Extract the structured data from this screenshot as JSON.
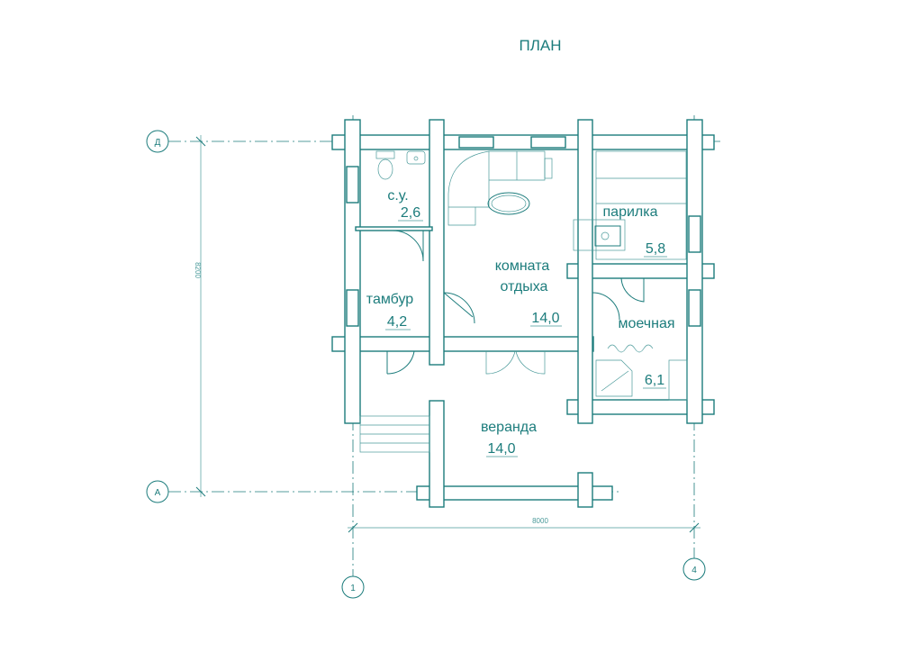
{
  "title": "ПЛАН",
  "axes": {
    "top": "Д",
    "bottom": "А",
    "left": "1",
    "right": "4"
  },
  "dimensions": {
    "height": "8200",
    "width": "8000"
  },
  "rooms": [
    {
      "name": "с.у.",
      "area": "2,6"
    },
    {
      "name": "тамбур",
      "area": "4,2"
    },
    {
      "name": "комната",
      "name2": "отдыха",
      "area": "14,0"
    },
    {
      "name": "парилка",
      "area": "5,8"
    },
    {
      "name": "моечная",
      "area": "6,1"
    },
    {
      "name": "веранда",
      "area": "14,0"
    }
  ],
  "colors": {
    "line": "#1c7c7c"
  }
}
